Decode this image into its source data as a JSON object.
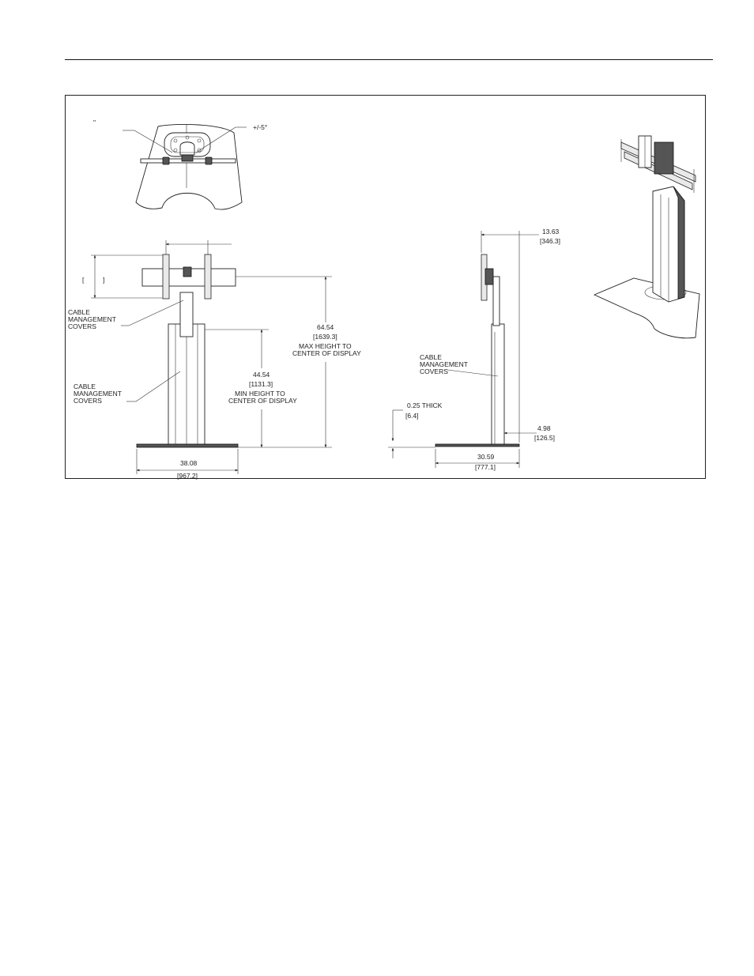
{
  "top_view": {
    "tilt_label": "+/-5°",
    "stray_mark": "\""
  },
  "front_view": {
    "cable_covers_upper": [
      "CABLE",
      "MANAGEMENT",
      "COVERS"
    ],
    "cable_covers_lower": [
      "CABLE",
      "MANAGEMENT",
      "COVERS"
    ],
    "bracket_mark_left": "[",
    "bracket_mark_right": "]",
    "max_height": {
      "inches": "64.54",
      "mm": "[1639.3]",
      "label": [
        "MAX HEIGHT TO",
        "CENTER OF DISPLAY"
      ]
    },
    "min_height": {
      "inches": "44.54",
      "mm": "[1131.3]",
      "label": [
        "MIN HEIGHT TO",
        "CENTER OF DISPLAY"
      ]
    },
    "base_width": {
      "inches": "38.08",
      "mm": "[967.2]"
    }
  },
  "side_view": {
    "cable_covers": [
      "CABLE",
      "MANAGEMENT",
      "COVERS"
    ],
    "offset": {
      "inches": "13.63",
      "mm": "[346.3]"
    },
    "thickness": {
      "inches": "0.25 THICK",
      "mm": "[6.4]"
    },
    "column_offset": {
      "inches": "4.98",
      "mm": "[126.5]"
    },
    "base_depth": {
      "inches": "30.59",
      "mm": "[777.1]"
    }
  }
}
